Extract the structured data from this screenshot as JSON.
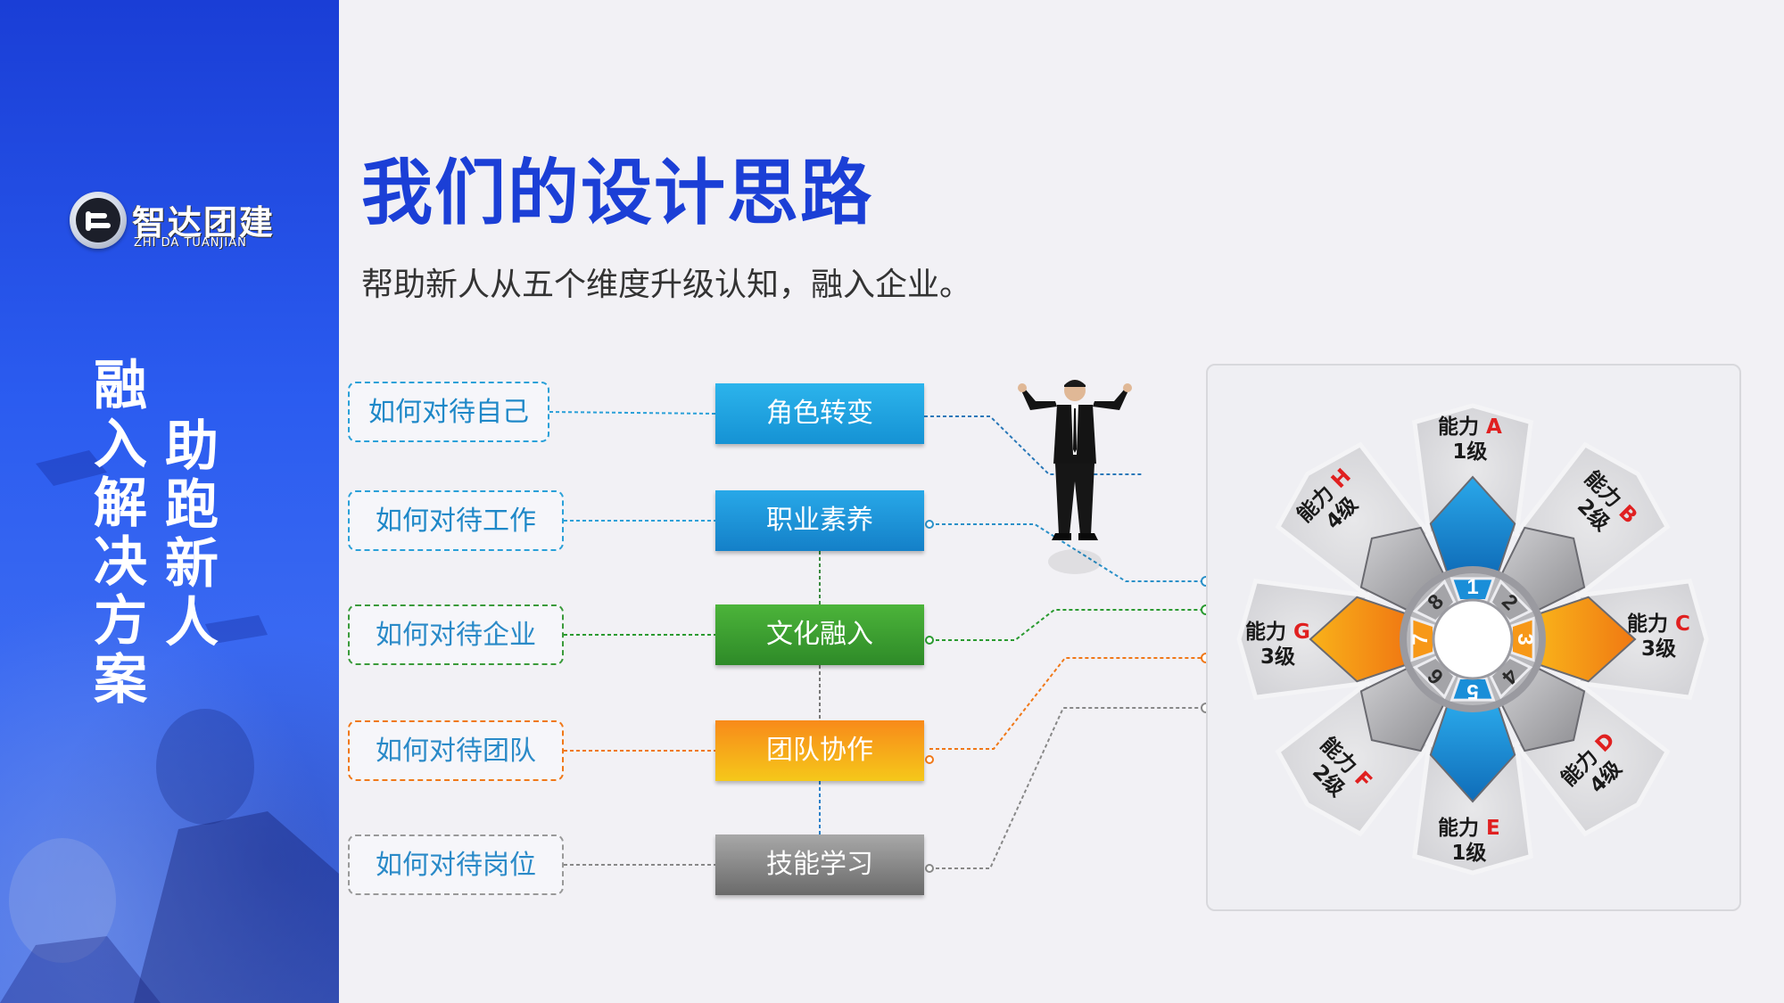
{
  "brand": {
    "name": "智达团建",
    "pinyin": "ZHI DA TUANJIAN"
  },
  "sidebar": {
    "col_left": [
      "融",
      "入",
      "解",
      "决",
      "方",
      "案"
    ],
    "col_right": [
      "助",
      "跑",
      "新",
      "人"
    ]
  },
  "page": {
    "title": "我们的设计思路",
    "subtitle": "帮助新人从五个维度升级认知，融入企业。"
  },
  "dimensions": [
    {
      "question": "如何对待自己",
      "label": "角色转变",
      "color": "#1ea0e0"
    },
    {
      "question": "如何对待工作",
      "label": "职业素养",
      "color": "#1e90d8"
    },
    {
      "question": "如何对待企业",
      "label": "文化融入",
      "color": "#3fa030"
    },
    {
      "question": "如何对待团队",
      "label": "团队协作",
      "color": "#f79818"
    },
    {
      "question": "如何对待岗位",
      "label": "技能学习",
      "color": "#8a8a8a"
    }
  ],
  "wheel": {
    "segments": [
      {
        "pre": "能力",
        "letter": "A",
        "level": "1级"
      },
      {
        "pre": "能力",
        "letter": "B",
        "level": "2级"
      },
      {
        "pre": "能力",
        "letter": "C",
        "level": "3级"
      },
      {
        "pre": "能力",
        "letter": "D",
        "level": "4级"
      },
      {
        "pre": "能力",
        "letter": "E",
        "level": "1级"
      },
      {
        "pre": "能力",
        "letter": "F",
        "level": "2级"
      },
      {
        "pre": "能力",
        "letter": "G",
        "level": "3级"
      },
      {
        "pre": "能力",
        "letter": "H",
        "level": "4级"
      }
    ],
    "ring_numbers": [
      "1",
      "2",
      "3",
      "4",
      "5",
      "6",
      "7",
      "8"
    ]
  },
  "colors": {
    "brand_blue": "#1b3fd6",
    "accent_blue": "#1a8ed8",
    "accent_orange": "#f79818",
    "accent_green": "#3fa030",
    "accent_red": "#e02020"
  }
}
